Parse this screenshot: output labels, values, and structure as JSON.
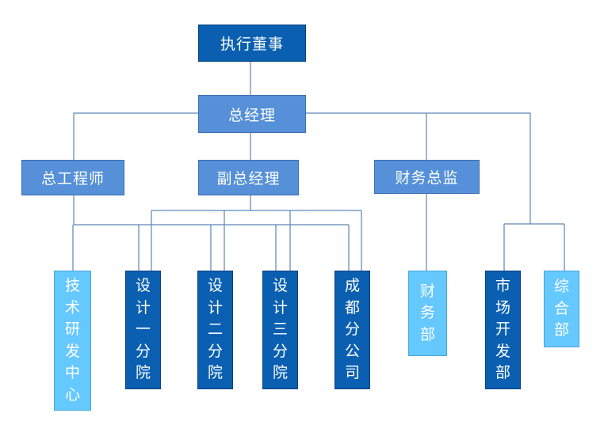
{
  "chart": {
    "chairman": "执行董事",
    "general_manager": "总经理",
    "chief_engineer": "总工程师",
    "deputy_general_manager": "副总经理",
    "finance_director": "财务总监",
    "departments": {
      "tech_rd_center": "技术研发中心",
      "design_branch_1": "设计一分院",
      "design_branch_2": "设计二分院",
      "design_branch_3": "设计三分院",
      "chengdu_branch": "成都分公司",
      "finance_dept": "财务部",
      "market_dev_dept": "市场开发部",
      "general_affairs_dept": "综合部"
    }
  },
  "colors": {
    "dark_box": "#0a5fb1",
    "mid_box": "#5590d8",
    "light_box": "#65c8ff",
    "connector": "#5b86b5"
  }
}
